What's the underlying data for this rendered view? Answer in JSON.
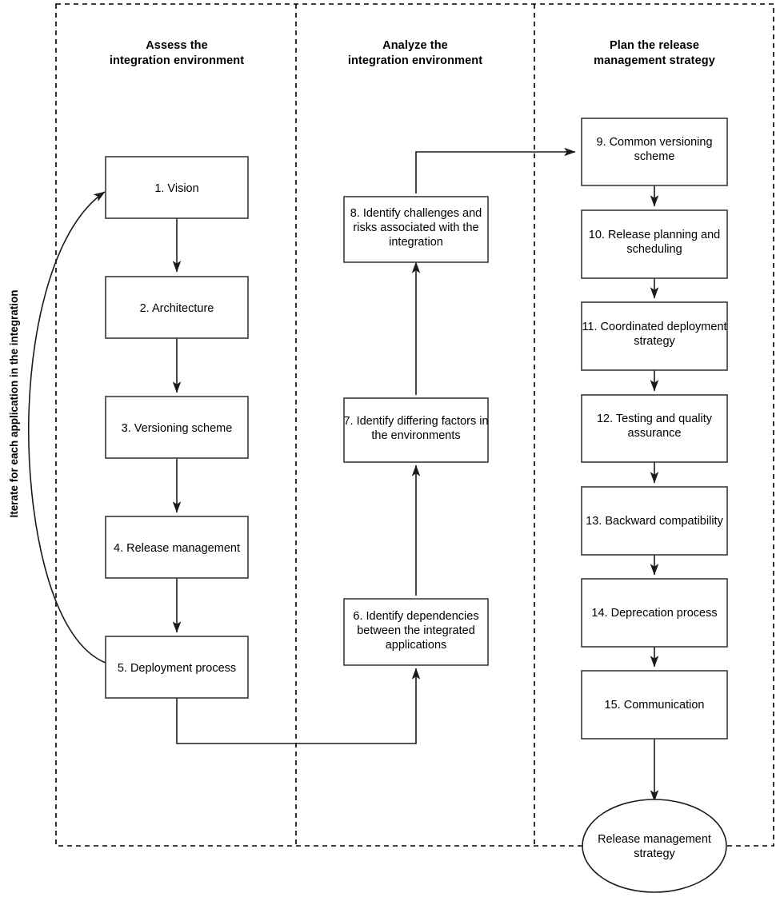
{
  "diagram": {
    "title_side_label": "Iterate for each application in the integration",
    "lanes": [
      {
        "id": "assess",
        "title_line1": "Assess the",
        "title_line2": "integration environment"
      },
      {
        "id": "analyze",
        "title_line1": "Analyze the",
        "title_line2": "integration environment"
      },
      {
        "id": "plan",
        "title_line1": "Plan the release",
        "title_line2": "management strategy"
      }
    ],
    "nodes": {
      "n1": {
        "line1": "1. Vision",
        "line2": "",
        "line3": ""
      },
      "n2": {
        "line1": "2. Architecture",
        "line2": "",
        "line3": ""
      },
      "n3": {
        "line1": "3. Versioning scheme",
        "line2": "",
        "line3": ""
      },
      "n4": {
        "line1": "4. Release management",
        "line2": "",
        "line3": ""
      },
      "n5": {
        "line1": "5. Deployment process",
        "line2": "",
        "line3": ""
      },
      "n6": {
        "line1": "6. Identify dependencies",
        "line2": "between the integrated",
        "line3": "applications"
      },
      "n7": {
        "line1": "7. Identify differing factors in",
        "line2": "the environments",
        "line3": ""
      },
      "n8": {
        "line1": "8. Identify challenges and",
        "line2": "risks associated with the",
        "line3": "integration"
      },
      "n9": {
        "line1": "9. Common versioning",
        "line2": "scheme",
        "line3": ""
      },
      "n10": {
        "line1": "10. Release planning and",
        "line2": "scheduling",
        "line3": ""
      },
      "n11": {
        "line1": "11. Coordinated deployment",
        "line2": "strategy",
        "line3": ""
      },
      "n12": {
        "line1": "12. Testing and quality",
        "line2": "assurance",
        "line3": ""
      },
      "n13": {
        "line1": "13. Backward compatibility",
        "line2": "",
        "line3": ""
      },
      "n14": {
        "line1": "14. Deprecation process",
        "line2": "",
        "line3": ""
      },
      "n15": {
        "line1": "15. Communication",
        "line2": "",
        "line3": ""
      },
      "end": {
        "line1": "Release management",
        "line2": "strategy",
        "line3": ""
      }
    },
    "colors": {
      "background": "#ffffff",
      "box_stroke": "#3b3b3b",
      "edge_stroke": "#1b1b1b",
      "lane_stroke": "#000000",
      "text": "#000000"
    }
  }
}
